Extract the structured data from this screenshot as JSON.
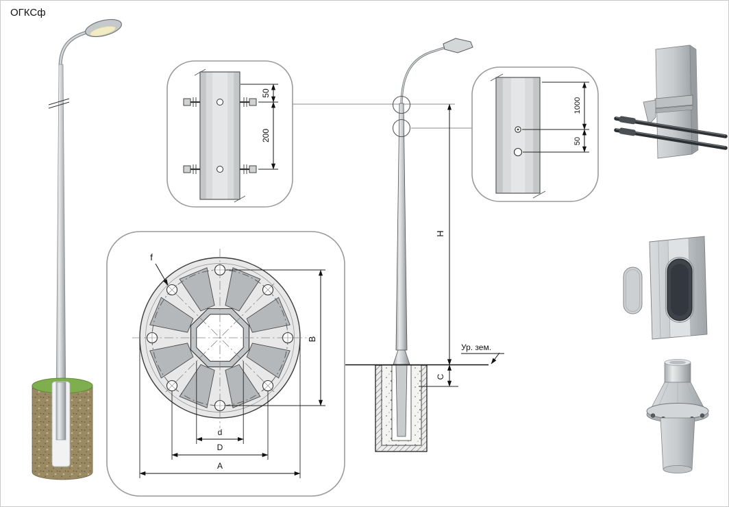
{
  "title": "ОГКСф",
  "detail_top": {
    "dim_small": "50",
    "dim_large": "200"
  },
  "flange_plan": {
    "hole_label": "f",
    "dim_vertical": "B",
    "dim_inner": "d",
    "dim_bolt_circle": "D",
    "dim_outer": "A"
  },
  "elevation": {
    "dim_height": "H",
    "dim_embed": "C",
    "ground_label": "Ур. зем."
  },
  "detail_right": {
    "dim_top": "1000",
    "dim_bottom": "50"
  },
  "colors": {
    "line": "#111111",
    "metal_light": "#e8eaeb",
    "metal_dark": "#8f9396",
    "soil": "#9a8a64",
    "grass": "#7fae4e"
  }
}
